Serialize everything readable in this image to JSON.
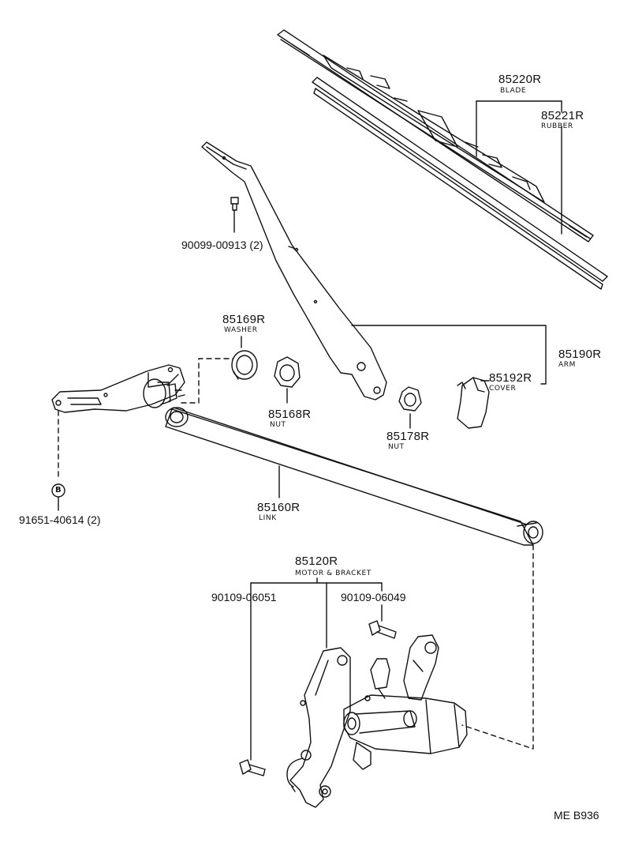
{
  "parts": {
    "blade": {
      "number": "85220R",
      "label": "BLADE"
    },
    "rubber": {
      "number": "85221R",
      "label": "RUBBER"
    },
    "screw_arm": {
      "number": "90099-00913 (2)"
    },
    "washer": {
      "number": "85169R",
      "label": "WASHER"
    },
    "arm": {
      "number": "85190R",
      "label": "ARM"
    },
    "cover": {
      "number": "85192R",
      "label": "COVER"
    },
    "nut_168": {
      "number": "85168R",
      "label": "NUT"
    },
    "nut_178": {
      "number": "85178R",
      "label": "NUT"
    },
    "link": {
      "number": "85160R",
      "label": "LINK"
    },
    "bolt_link": {
      "number": "91651-40614 (2)",
      "marker": "B"
    },
    "motor": {
      "number": "85120R",
      "label": "MOTOR & BRACKET"
    },
    "bolt_a": {
      "number": "90109-06051"
    },
    "bolt_b": {
      "number": "90109-06049"
    }
  },
  "diagram_code": "ME B936"
}
